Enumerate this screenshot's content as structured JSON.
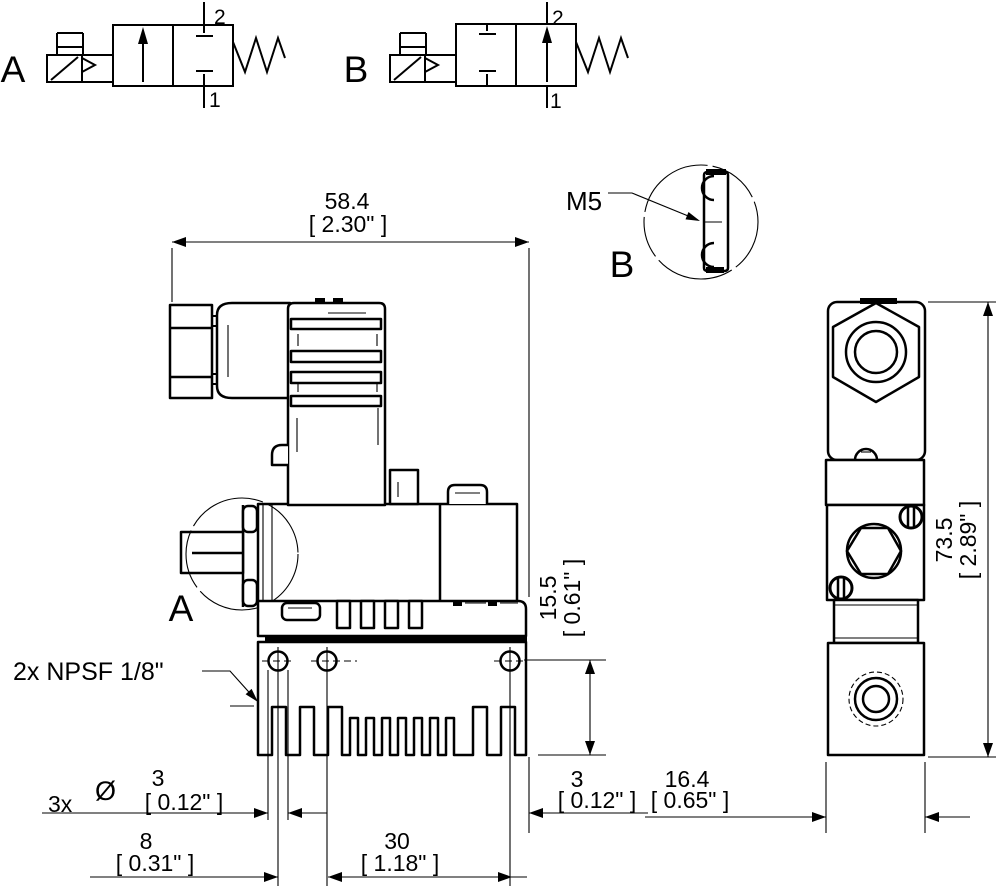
{
  "drawing": {
    "symbols": {
      "a": {
        "label": "A",
        "port_top": "2",
        "port_bottom": "1"
      },
      "b": {
        "label": "B",
        "port_top": "2",
        "port_bottom": "1"
      }
    },
    "detail_view": {
      "label": "B",
      "thread": "M5"
    },
    "side_view": {
      "detail_label": "A",
      "ports_note": "2x NPSF 1/8\""
    },
    "dims": {
      "width": {
        "mm": "58.4",
        "in": "[ 2.30\" ]"
      },
      "height": {
        "mm": "73.5",
        "in": "[ 2.89\" ]"
      },
      "port_height": {
        "mm": "15.5",
        "in": "[ 0.61\" ]"
      },
      "edge_offset": {
        "mm": "3",
        "in": "[ 0.12\" ]"
      },
      "depth": {
        "mm": "16.4",
        "in": "[ 0.65\" ]"
      },
      "holes": {
        "qty": "3x",
        "sym": "Ø",
        "mm": "3",
        "in": "[ 0.12\" ]"
      },
      "pitch_a": {
        "mm": "8",
        "in": "[ 0.31\" ]"
      },
      "pitch_b": {
        "mm": "30",
        "in": "[ 1.18\" ]"
      }
    }
  }
}
